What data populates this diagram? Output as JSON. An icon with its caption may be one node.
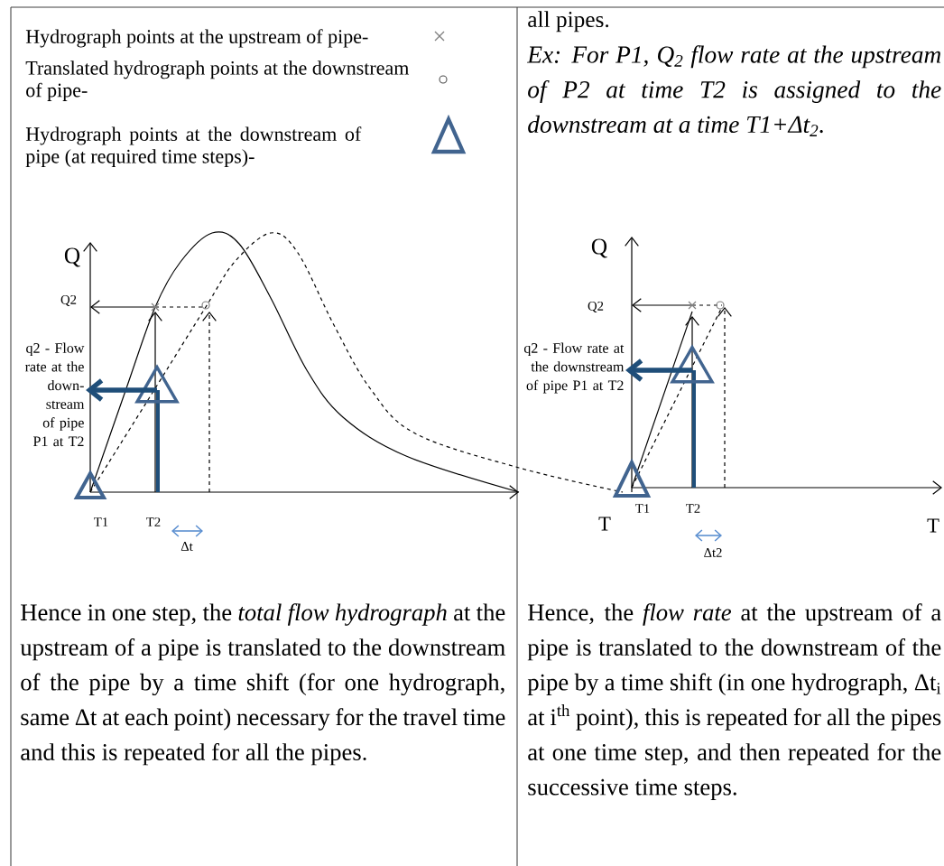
{
  "diagram": {
    "nodes": [
      {
        "text": [
          "q2 - Flow rate at the down- stream of pipe P1 at T2"
        ]
      },
      {
        "text": [],
        "shape": "triangle"
      },
      {
        "text": [
          "q2 - Flow rate at the downstream of pipe P1 at T2"
        ]
      },
      {
        "text": [],
        "shape": "triangle"
      }
    ],
    "edges": [
      {
        "from": 1,
        "to": 0,
        "arrow": "to"
      },
      {
        "from": 3,
        "to": 2,
        "arrow": "to"
      }
    ],
    "labels": [
      "all pipes.",
      "Ex: For P1, Q$_{2}$ flow rate at the upstream of P2 at time T2 is assigned to the downstream at a time T1+Δt$_{2}$.",
      "Q",
      "Q2",
      "T1",
      "T2",
      "Δt",
      "Q",
      "Q2",
      "T1",
      "T2",
      "T",
      "T",
      "Δt2",
      "Hence in one step, the *total flow hydrograph* at the upstream of a pipe is translated to the downstream of the pipe by a time shift (for one hydrograph, same Δt at each point) necessary for the travel time and this is repeated for all the pipes.",
      "Hence, the *flow rate* at the upstream of a pipe is translated to the downstream of the pipe by a time shift (in one hydrograph, Δt$_{i}$ at i$^{th}$ point), this is repeated for all the pipes at one time step, and then repeated for the successive time steps."
    ],
    "legend": [
      {
        "text": "Hydrograph points at the upstream of pipe-"
      },
      {
        "text": "Translated hydrograph points at the downstream of pipe-"
      },
      {
        "text": "Hydrograph points at the downstream of pipe (at required time steps)-"
      }
    ]
  }
}
